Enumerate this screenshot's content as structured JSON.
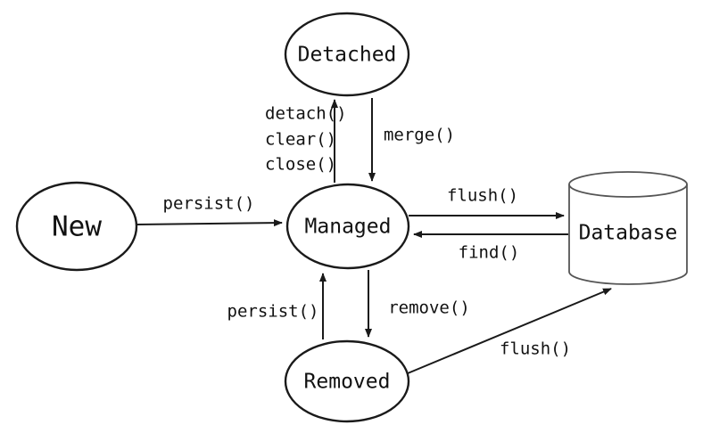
{
  "diagram": {
    "nodes": {
      "new": "New",
      "managed": "Managed",
      "detached": "Detached",
      "removed": "Removed",
      "database": "Database"
    },
    "edges": {
      "persist_new_to_managed": "persist()",
      "detach": "detach()",
      "clear": "clear()",
      "close": "close()",
      "merge": "merge()",
      "flush_managed_to_database": "flush()",
      "find_database_to_managed": "find()",
      "persist_removed_to_managed": "persist()",
      "remove_managed_to_removed": "remove()",
      "flush_removed_to_database": "flush()"
    },
    "colors": {
      "node_stroke": "#1a1a1a",
      "cylinder_stroke": "#555555",
      "arrow": "#1a1a1a",
      "background": "#ffffff",
      "text": "#111111"
    }
  }
}
